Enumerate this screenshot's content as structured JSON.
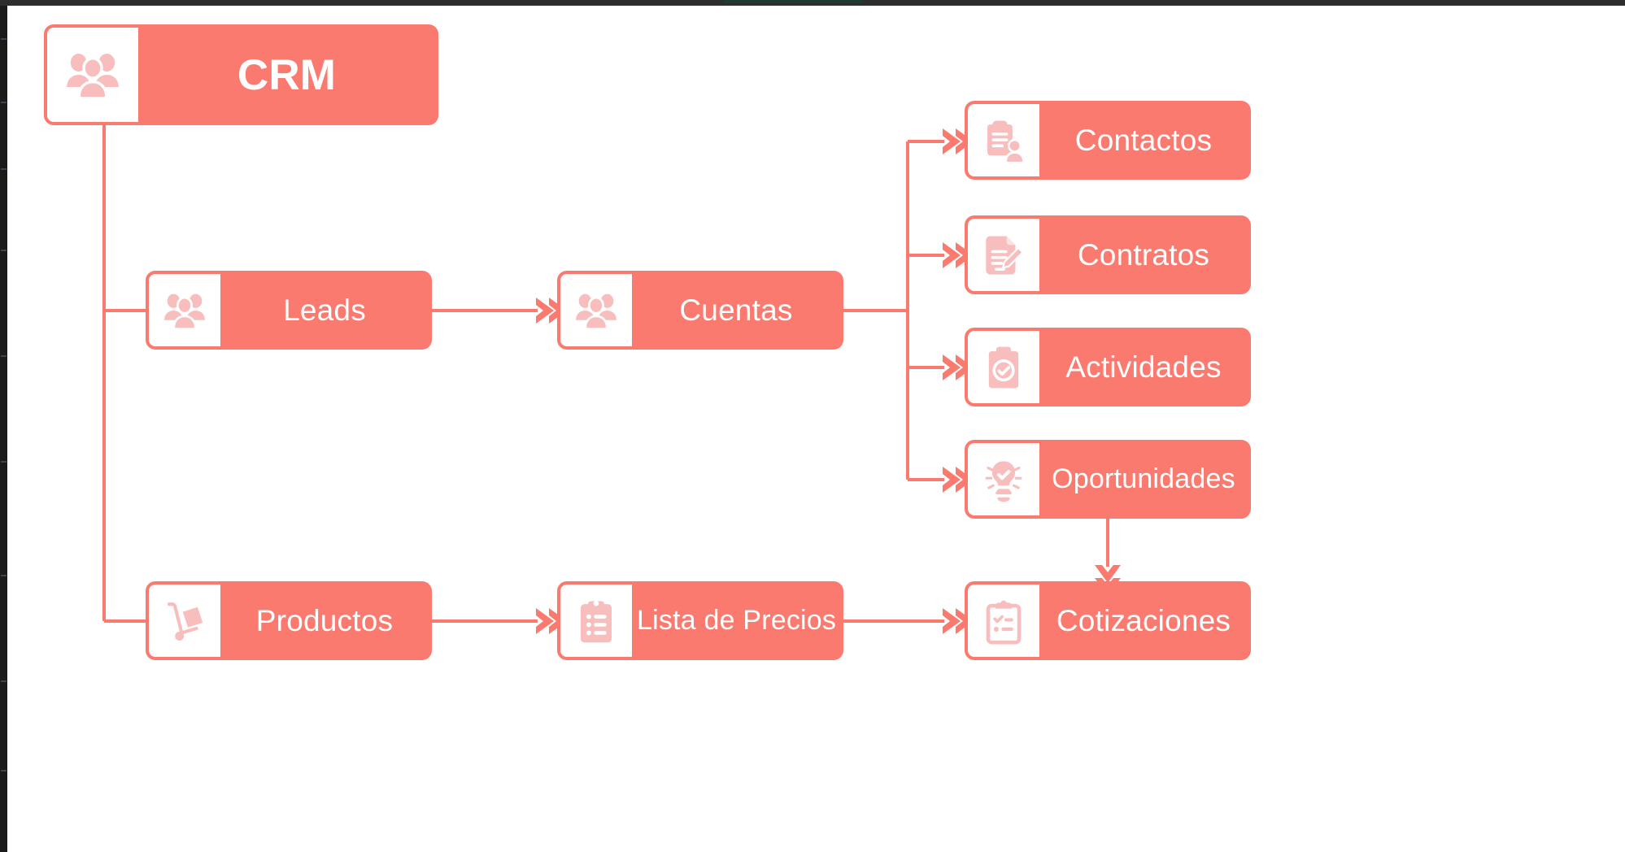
{
  "diagram": {
    "title": "CRM",
    "type": "flowchart",
    "language": "es",
    "colors": {
      "node_fill": "#FB7A6F",
      "node_border": "#FB7A6F",
      "icon_panel_bg": "#FFFFFF",
      "icon_glyph": "#F8BDBD",
      "label_text": "#FFFFFF",
      "connector": "#FB7A6F",
      "canvas_bg": "#FFFFFF"
    },
    "nodes": [
      {
        "id": "crm",
        "label": "CRM",
        "icon": "people-group-icon",
        "level": "root",
        "column": 0
      },
      {
        "id": "leads",
        "label": "Leads",
        "icon": "people-group-icon",
        "level": "branch",
        "column": 1
      },
      {
        "id": "cuentas",
        "label": "Cuentas",
        "icon": "people-group-icon",
        "level": "branch",
        "column": 2
      },
      {
        "id": "contactos",
        "label": "Contactos",
        "icon": "clipboard-person-icon",
        "level": "leaf",
        "column": 3
      },
      {
        "id": "contratos",
        "label": "Contratos",
        "icon": "document-pencil-icon",
        "level": "leaf",
        "column": 3
      },
      {
        "id": "actividades",
        "label": "Actividades",
        "icon": "clipboard-check-icon",
        "level": "leaf",
        "column": 3
      },
      {
        "id": "oportunidades",
        "label": "Oportunidades",
        "icon": "lightbulb-check-icon",
        "level": "leaf",
        "column": 3
      },
      {
        "id": "productos",
        "label": "Productos",
        "icon": "hand-truck-box-icon",
        "level": "branch",
        "column": 1
      },
      {
        "id": "lista_precios",
        "label": "Lista de Precios",
        "icon": "clipboard-list-icon",
        "level": "branch",
        "column": 2
      },
      {
        "id": "cotizaciones",
        "label": "Cotizaciones",
        "icon": "clipboard-checklist-icon",
        "level": "leaf",
        "column": 3
      }
    ],
    "edges": [
      {
        "from": "crm",
        "to": "leads",
        "arrow": false,
        "style": "elbow-down-right"
      },
      {
        "from": "crm",
        "to": "productos",
        "arrow": false,
        "style": "elbow-down-right"
      },
      {
        "from": "leads",
        "to": "cuentas",
        "arrow": true,
        "style": "straight-right"
      },
      {
        "from": "cuentas",
        "to": "contactos",
        "arrow": true,
        "style": "elbow-right-up"
      },
      {
        "from": "cuentas",
        "to": "contratos",
        "arrow": true,
        "style": "elbow-right-up"
      },
      {
        "from": "cuentas",
        "to": "actividades",
        "arrow": true,
        "style": "elbow-right-down"
      },
      {
        "from": "cuentas",
        "to": "oportunidades",
        "arrow": true,
        "style": "elbow-right-down"
      },
      {
        "from": "productos",
        "to": "lista_precios",
        "arrow": true,
        "style": "straight-right"
      },
      {
        "from": "lista_precios",
        "to": "cotizaciones",
        "arrow": true,
        "style": "straight-right"
      },
      {
        "from": "oportunidades",
        "to": "cotizaciones",
        "arrow": true,
        "style": "straight-down"
      }
    ]
  }
}
